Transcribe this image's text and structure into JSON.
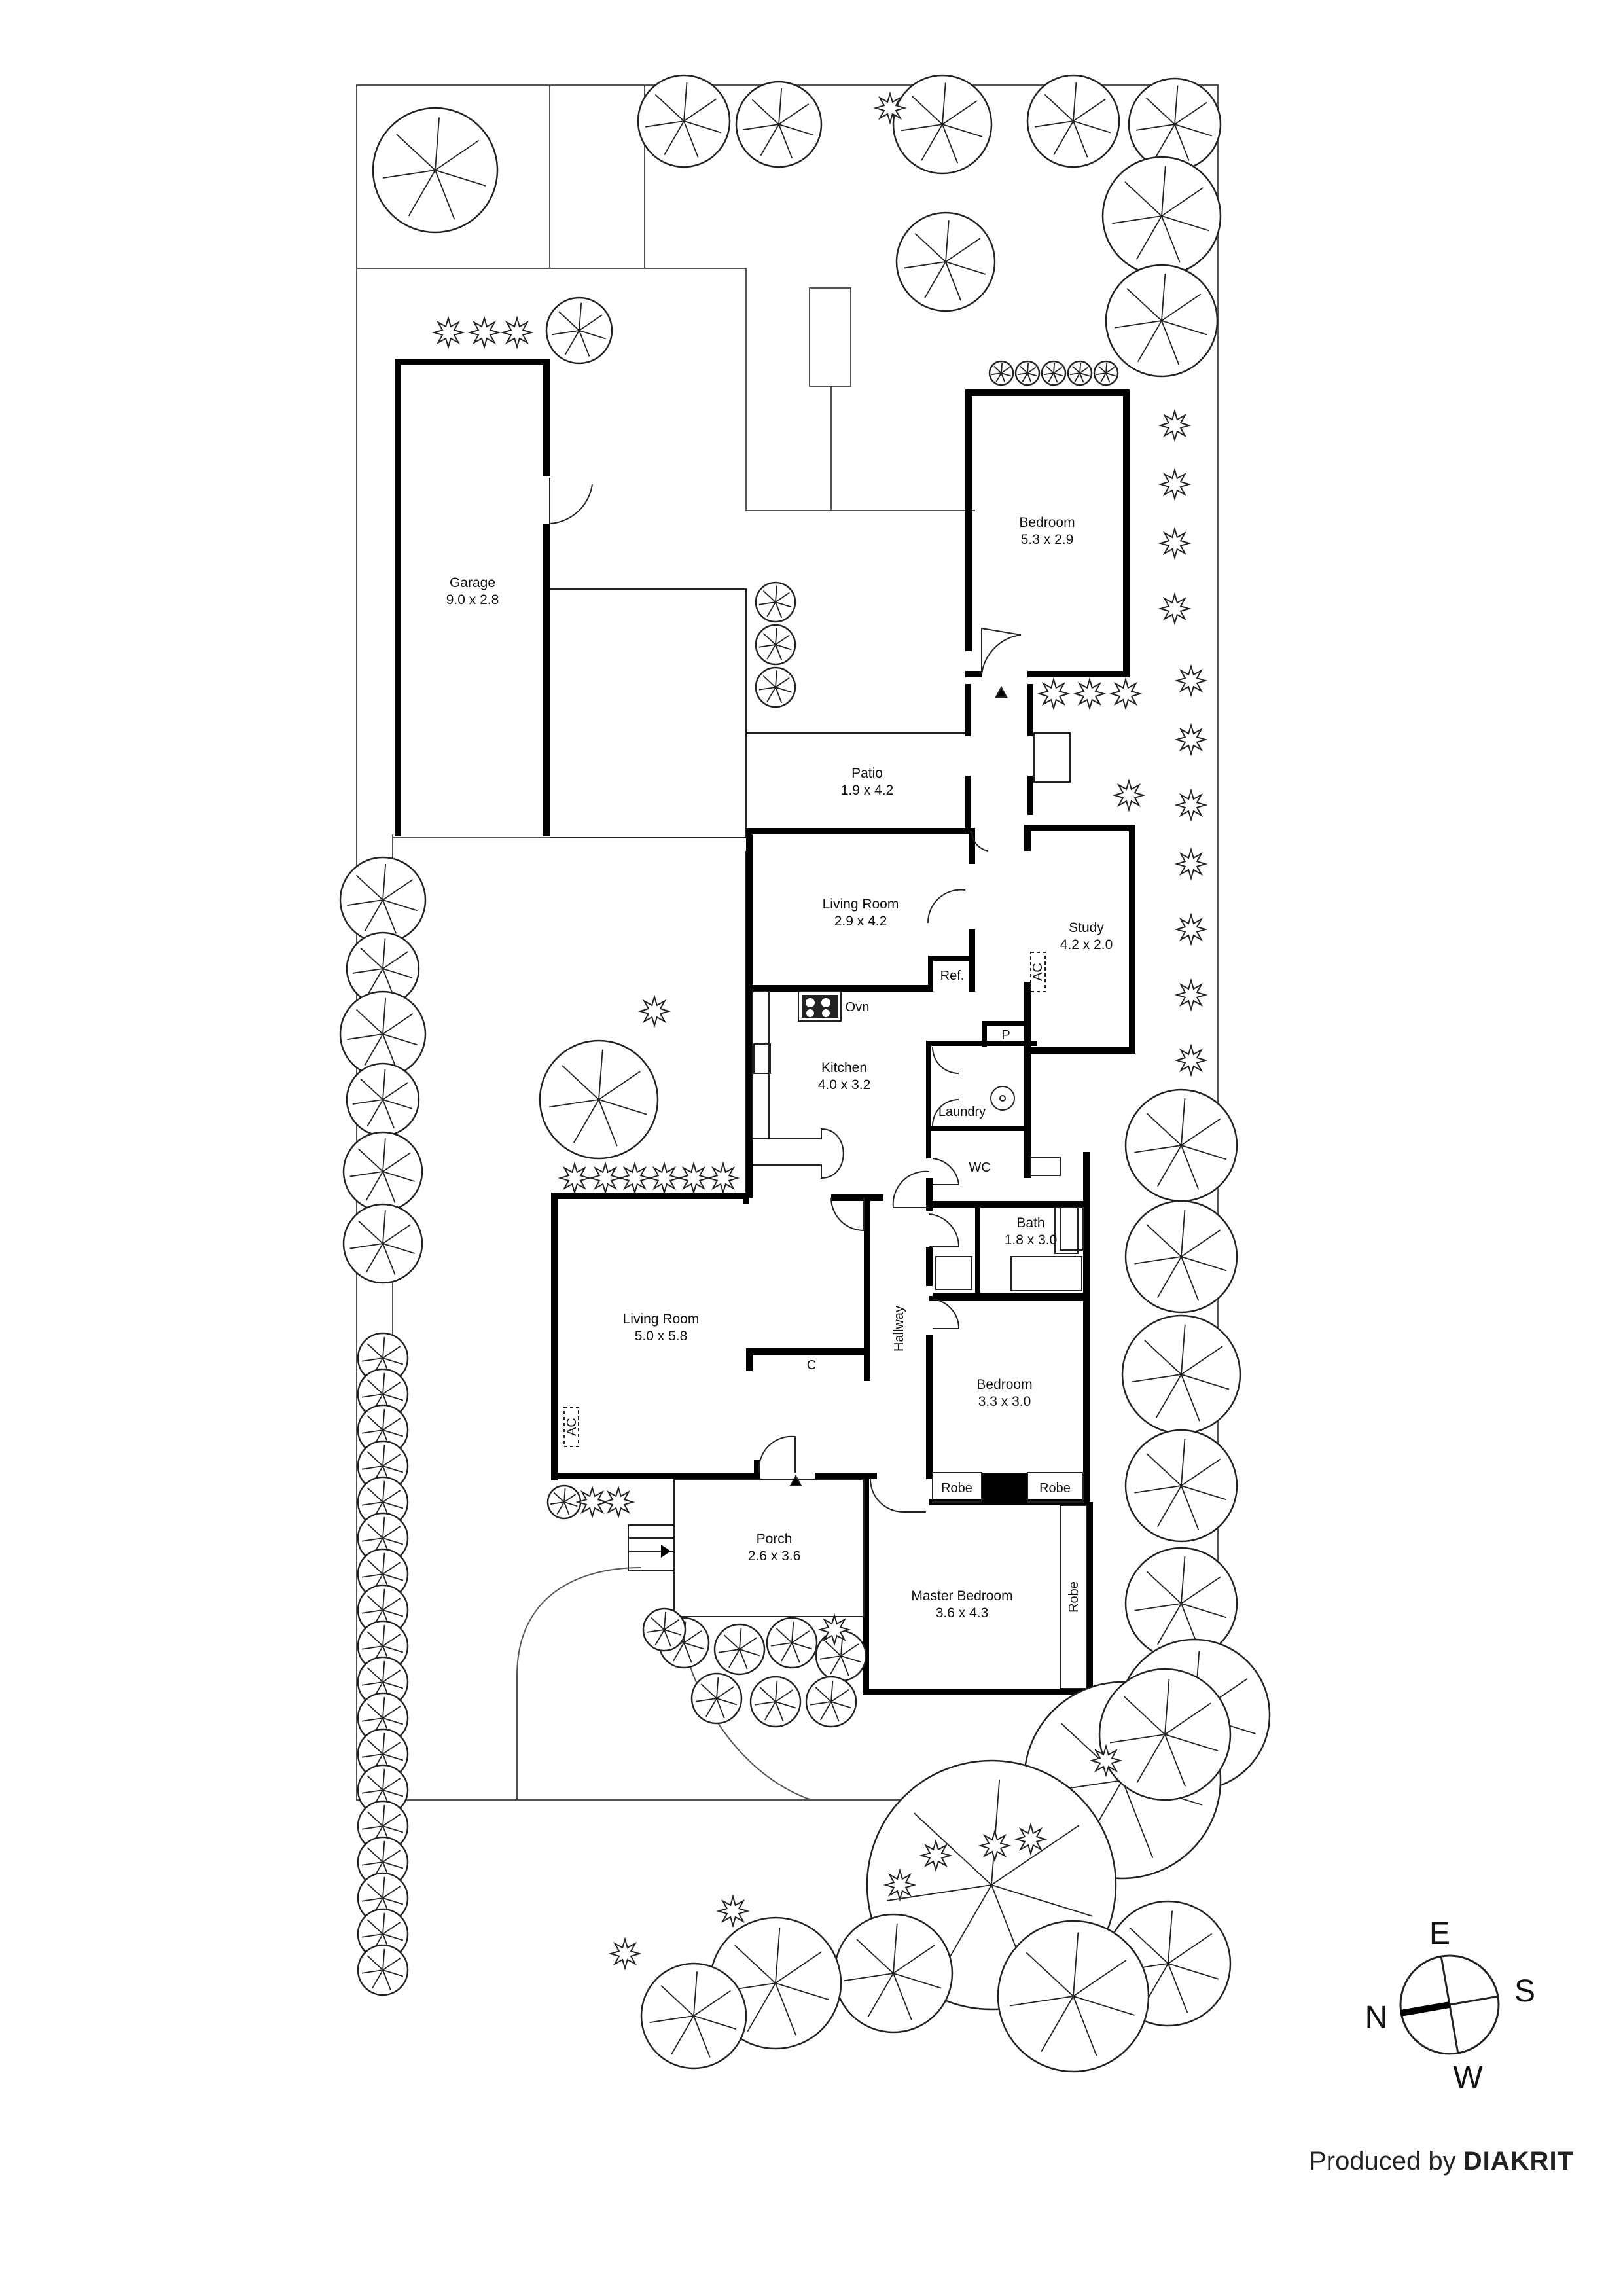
{
  "rooms": [
    {
      "name": "Bedroom",
      "dims": "5.3 x 2.9"
    },
    {
      "name": "Garage",
      "dims": "9.0 x 2.8"
    },
    {
      "name": "Patio",
      "dims": "1.9 x 4.2"
    },
    {
      "name": "Living Room",
      "dims": "2.9 x 4.2"
    },
    {
      "name": "Study",
      "dims": "4.2 x 2.0"
    },
    {
      "name": "Kitchen",
      "dims": "4.0 x 3.2"
    },
    {
      "name": "Living Room",
      "dims": "5.0 x 5.8"
    },
    {
      "name": "Bath",
      "dims": "1.8 x 3.0"
    },
    {
      "name": "Bedroom",
      "dims": "3.3 x 3.0"
    },
    {
      "name": "Porch",
      "dims": "2.6 x 3.6"
    },
    {
      "name": "Master Bedroom",
      "dims": "3.6 x 4.3"
    }
  ],
  "labels": {
    "laundry": "Laundry",
    "wc": "WC",
    "hallway": "Hallway",
    "ref": "Ref.",
    "oven": "Ovn",
    "pantry": "P",
    "cupboard": "C",
    "ac_study": "AC",
    "ac_living": "AC",
    "robe_left": "Robe",
    "robe_right": "Robe",
    "robe_master": "Robe"
  },
  "compass": {
    "n": "N",
    "e": "E",
    "s": "S",
    "w": "W"
  },
  "credit": {
    "prefix": "Produced by",
    "brand": "DIAKRIT"
  }
}
